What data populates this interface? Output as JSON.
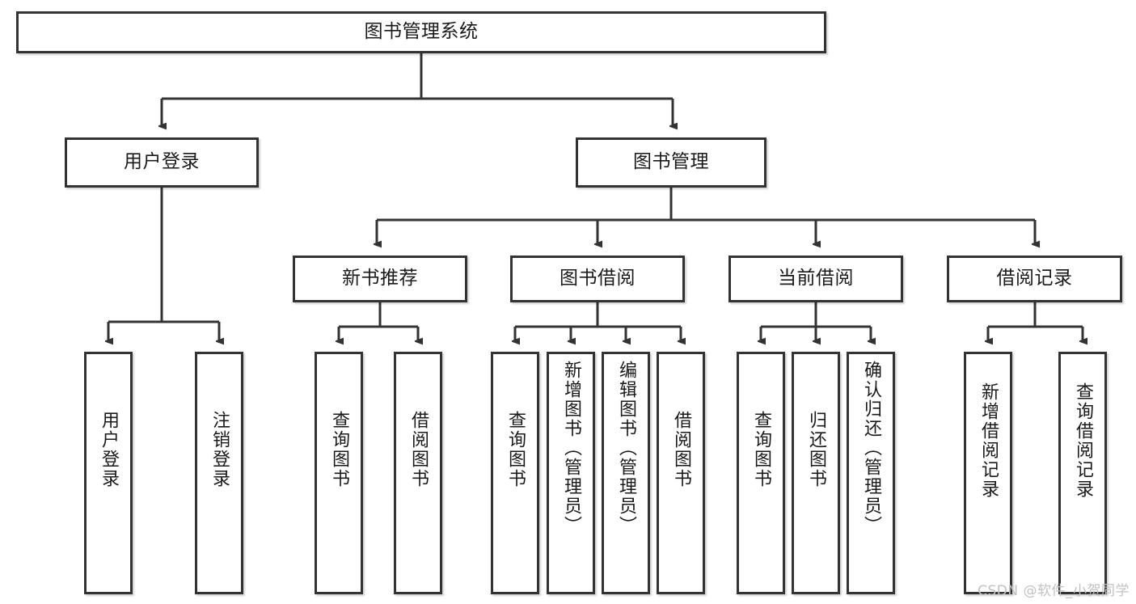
{
  "diagram": {
    "title": "图书管理系统",
    "watermark": "CSDN @软件_小贺同学",
    "colors": {
      "box_border": "#333333",
      "box_fill": "#ffffff",
      "edge": "#333333",
      "text": "#1a1a1a",
      "watermark": "#c2c2c2"
    },
    "levels": {
      "root": {
        "label": "图书管理系统"
      },
      "level2": [
        {
          "label": "用户登录"
        },
        {
          "label": "图书管理"
        }
      ],
      "level3": [
        {
          "label": "新书推荐"
        },
        {
          "label": "图书借阅"
        },
        {
          "label": "当前借阅"
        },
        {
          "label": "借阅记录"
        }
      ],
      "level4": {
        "user_login": [
          {
            "label": "用户登录"
          },
          {
            "label": "注销登录"
          }
        ],
        "new_book_recommend": [
          {
            "label": "查询图书"
          },
          {
            "label": "借阅图书"
          }
        ],
        "book_borrow": [
          {
            "label": "查询图书"
          },
          {
            "label": "新增图书（管理员）"
          },
          {
            "label": "编辑图书（管理员）"
          },
          {
            "label": "借阅图书"
          }
        ],
        "current_borrow": [
          {
            "label": "查询图书"
          },
          {
            "label": "归还图书"
          },
          {
            "label": "确认归还（管理员）"
          }
        ],
        "borrow_record": [
          {
            "label": "新增借阅记录"
          },
          {
            "label": "查询借阅记录"
          }
        ]
      }
    }
  }
}
